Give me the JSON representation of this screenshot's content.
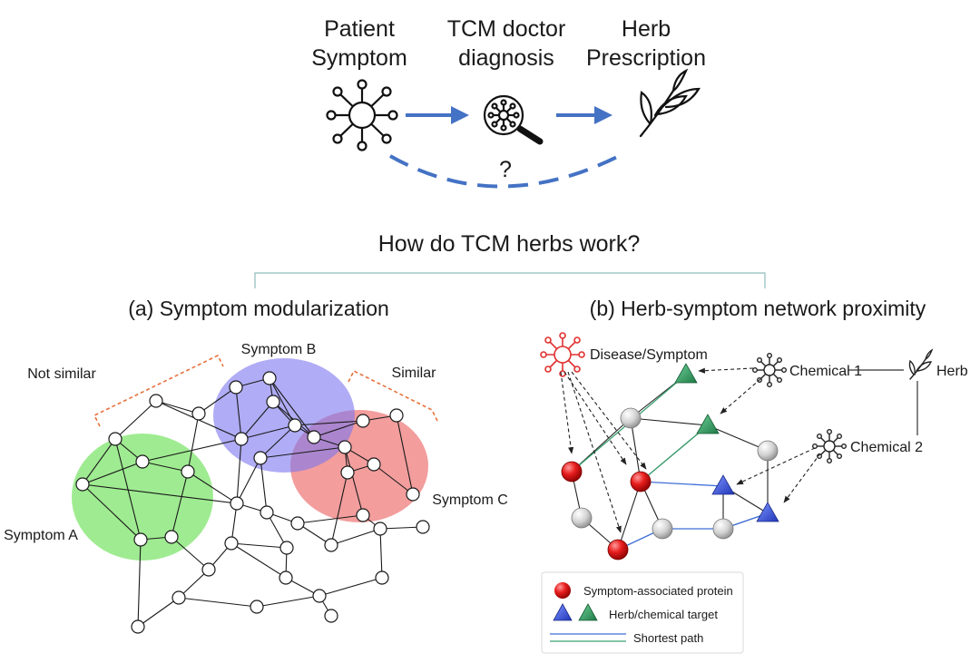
{
  "top": {
    "step1_line1": "Patient",
    "step1_line2": "Symptom",
    "step2_line1": "TCM doctor",
    "step2_line2": "diagnosis",
    "step3_line1": "Herb",
    "step3_line2": "Prescription",
    "question_mark": "?",
    "question": "How do TCM herbs work?"
  },
  "panel_a": {
    "title": "(a) Symptom modularization",
    "label_not_similar": "Not similar",
    "label_similar": "Similar",
    "symptom_a": "Symptom A",
    "symptom_b": "Symptom B",
    "symptom_c": "Symptom C"
  },
  "panel_b": {
    "title": "(b) Herb-symptom network proximity",
    "disease_label": "Disease/Symptom",
    "chemical1_label": "Chemical 1",
    "chemical2_label": "Chemical 2",
    "herb_label": "Herb"
  },
  "legend": {
    "protein": "Symptom-associated protein",
    "target": "Herb/chemical target",
    "path": "Shortest path"
  },
  "colors": {
    "arrow_blue": "#4472c4",
    "module_green": "#8ee87e",
    "module_blue": "#7b74ee",
    "module_red": "#f08585",
    "bracket_orange": "#e8703a",
    "symptom_red": "#e02020",
    "disease_icon_red": "#e03030",
    "target_blue": "#2f4fd8",
    "target_green": "#2a9a5a",
    "path_blue": "#3f6fd8",
    "path_green": "#3aa070"
  }
}
